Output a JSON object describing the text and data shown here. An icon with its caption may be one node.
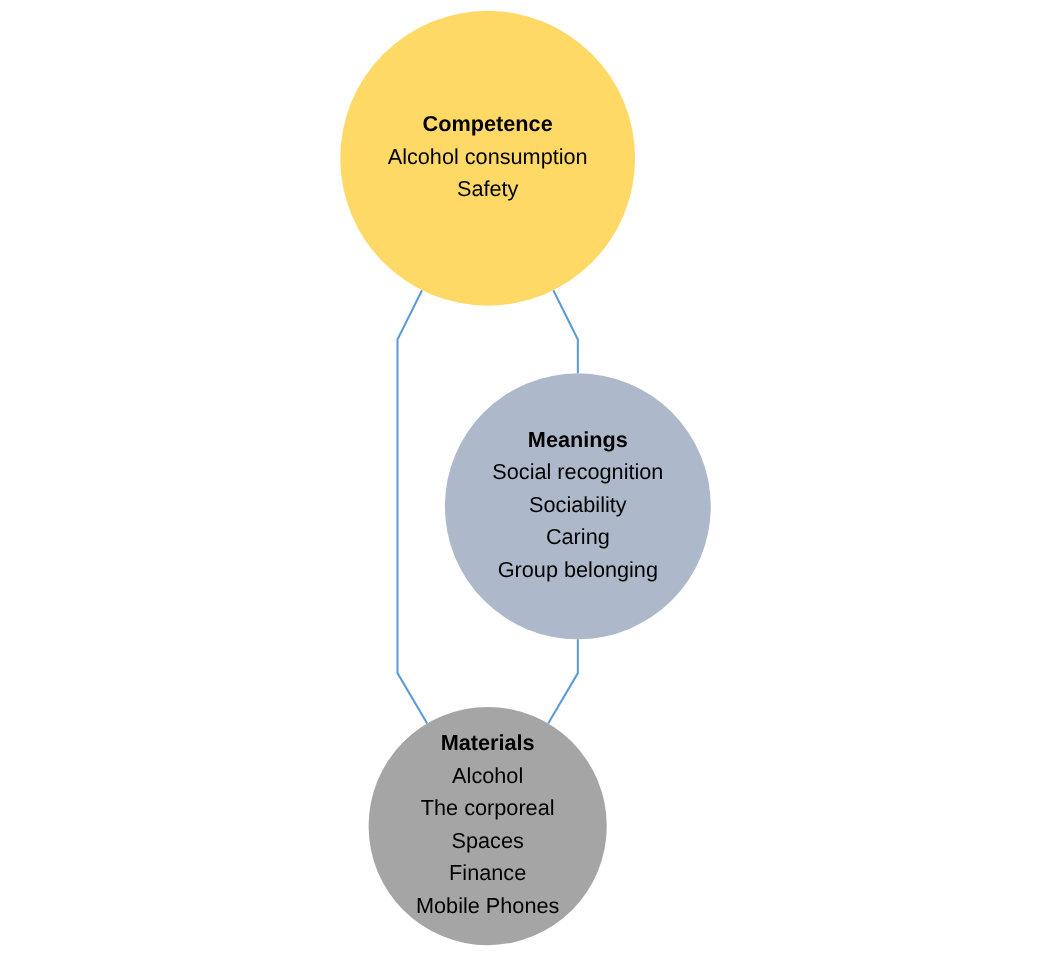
{
  "diagram": {
    "nodes": [
      {
        "text": [
          "Competence",
          "Alcohol consumption",
          "Safety"
        ]
      },
      {
        "text": [
          "Meanings",
          "Social recognition",
          "Sociability",
          "Caring",
          "Group belonging"
        ]
      },
      {
        "text": [
          "Materials",
          "Alcohol",
          "The corporeal",
          "Spaces",
          "Finance",
          "Mobile Phones"
        ]
      }
    ],
    "edges": [
      {
        "from": 0,
        "to": 1,
        "arrow": "none"
      },
      {
        "from": 0,
        "to": 2,
        "arrow": "none"
      },
      {
        "from": 1,
        "to": 2,
        "arrow": "none"
      }
    ]
  }
}
